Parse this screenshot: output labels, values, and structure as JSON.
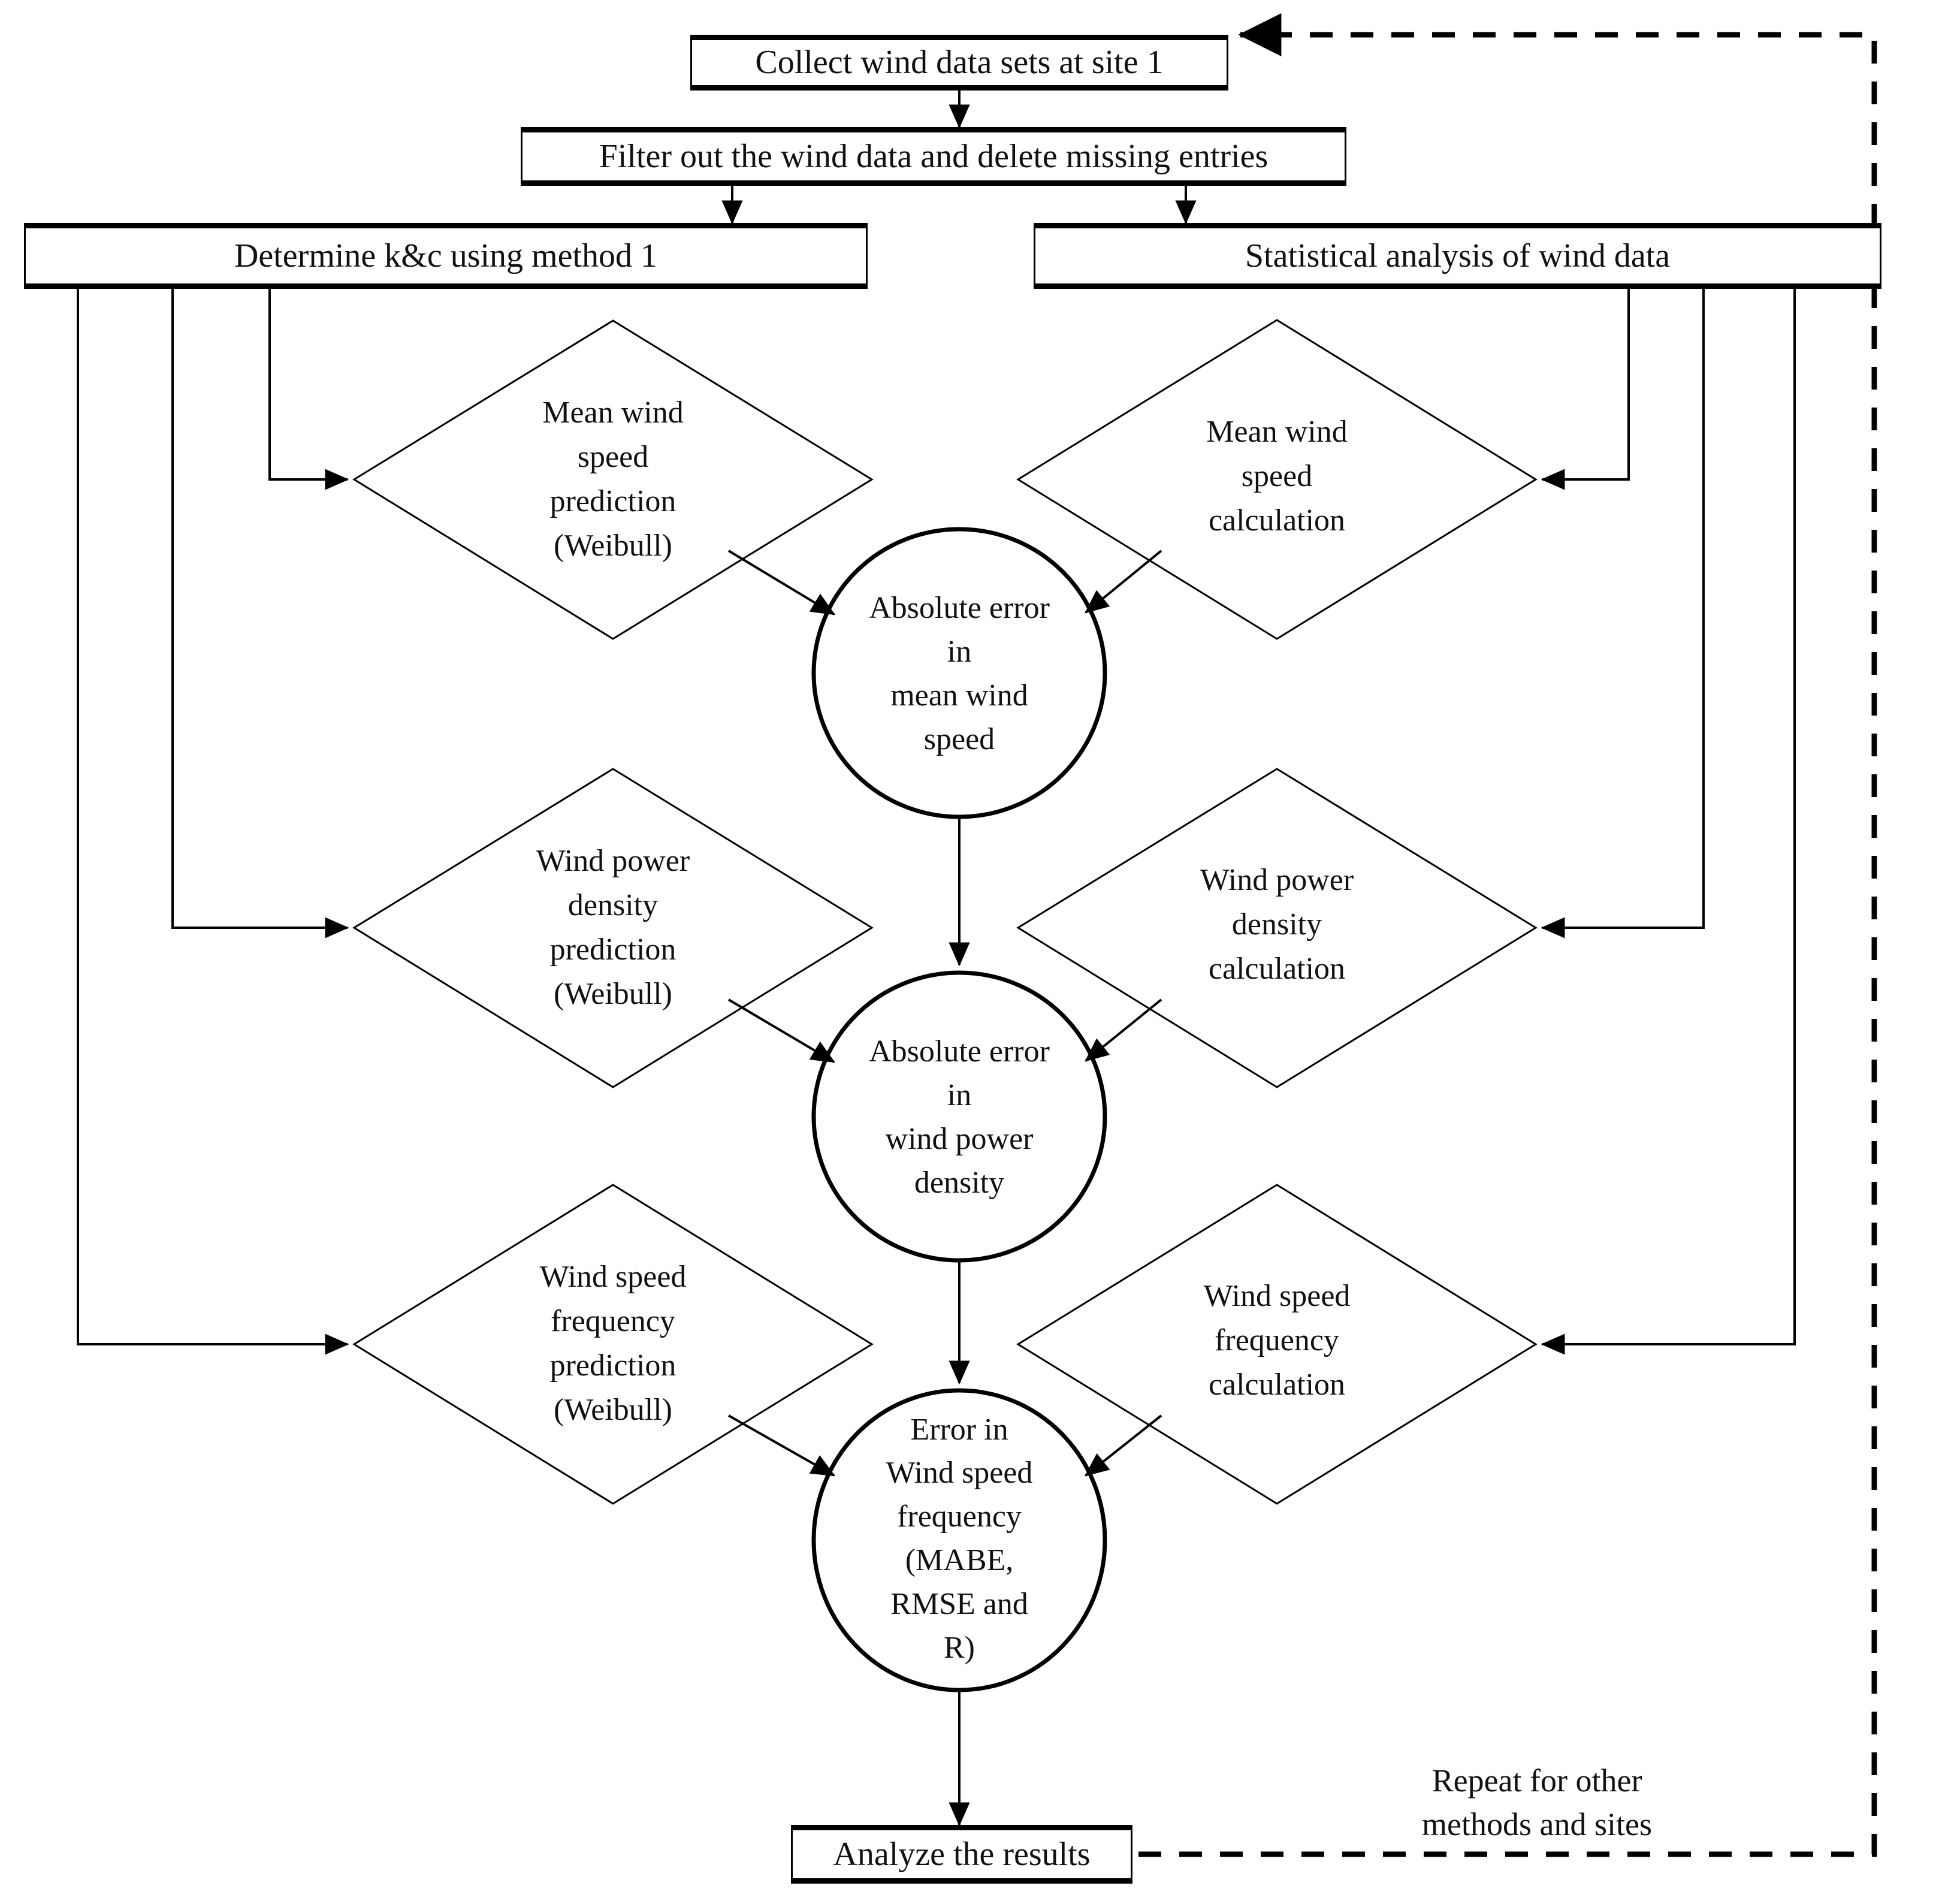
{
  "diagram": {
    "type": "flowchart",
    "title_visible": false,
    "colors": {
      "stroke": "#000000",
      "text": "#111111",
      "background": "#ffffff"
    },
    "nodes": {
      "collect": {
        "shape": "process-box",
        "label": "Collect wind data sets at site 1"
      },
      "filter": {
        "shape": "process-box",
        "label": "Filter out the wind data and delete missing entries"
      },
      "determine_kc": {
        "shape": "process-box",
        "label": "Determine k&c using method 1"
      },
      "statistical": {
        "shape": "process-box",
        "label": "Statistical analysis of wind data"
      },
      "mws_prediction": {
        "shape": "diamond",
        "lines": [
          "Mean wind",
          "speed",
          "prediction",
          "(Weibull)"
        ]
      },
      "mws_calculation": {
        "shape": "diamond",
        "lines": [
          "Mean wind",
          "speed",
          "calculation"
        ]
      },
      "wpd_prediction": {
        "shape": "diamond",
        "lines": [
          "Wind power",
          "density",
          "prediction",
          "(Weibull)"
        ]
      },
      "wpd_calculation": {
        "shape": "diamond",
        "lines": [
          "Wind power",
          "density",
          "calculation"
        ]
      },
      "wsf_prediction": {
        "shape": "diamond",
        "lines": [
          "Wind speed",
          "frequency",
          "prediction",
          "(Weibull)"
        ]
      },
      "wsf_calculation": {
        "shape": "diamond",
        "lines": [
          "Wind speed",
          "frequency",
          "calculation"
        ]
      },
      "err_mws": {
        "shape": "circle",
        "lines": [
          "Absolute error",
          "in",
          "mean wind",
          "speed"
        ]
      },
      "err_wpd": {
        "shape": "circle",
        "lines": [
          "Absolute error",
          "in",
          "wind power",
          "density"
        ]
      },
      "err_wsf": {
        "shape": "circle",
        "lines": [
          "Error in",
          "Wind speed",
          "frequency",
          "(MABE,",
          "RMSE and",
          "R)"
        ]
      },
      "analyze": {
        "shape": "process-box",
        "label": "Analyze the results"
      }
    },
    "annotations": {
      "feedback_note": {
        "lines": [
          "Repeat for other",
          "methods and sites"
        ]
      }
    },
    "edges": [
      {
        "from": "collect",
        "to": "filter",
        "style": "solid",
        "arrow": true
      },
      {
        "from": "filter",
        "to": "determine_kc",
        "style": "solid",
        "arrow": true
      },
      {
        "from": "filter",
        "to": "statistical",
        "style": "solid",
        "arrow": true
      },
      {
        "from": "determine_kc",
        "to": "mws_prediction",
        "style": "solid",
        "arrow": true
      },
      {
        "from": "determine_kc",
        "to": "wpd_prediction",
        "style": "solid",
        "arrow": true
      },
      {
        "from": "determine_kc",
        "to": "wsf_prediction",
        "style": "solid",
        "arrow": true
      },
      {
        "from": "statistical",
        "to": "mws_calculation",
        "style": "solid",
        "arrow": true
      },
      {
        "from": "statistical",
        "to": "wpd_calculation",
        "style": "solid",
        "arrow": true
      },
      {
        "from": "statistical",
        "to": "wsf_calculation",
        "style": "solid",
        "arrow": true
      },
      {
        "from": "mws_prediction",
        "to": "err_mws",
        "style": "solid",
        "arrow": true
      },
      {
        "from": "mws_calculation",
        "to": "err_mws",
        "style": "solid",
        "arrow": true
      },
      {
        "from": "wpd_prediction",
        "to": "err_wpd",
        "style": "solid",
        "arrow": true
      },
      {
        "from": "wpd_calculation",
        "to": "err_wpd",
        "style": "solid",
        "arrow": true
      },
      {
        "from": "wsf_prediction",
        "to": "err_wsf",
        "style": "solid",
        "arrow": true
      },
      {
        "from": "wsf_calculation",
        "to": "err_wsf",
        "style": "solid",
        "arrow": true
      },
      {
        "from": "err_mws",
        "to": "err_wpd",
        "style": "solid",
        "arrow": true
      },
      {
        "from": "err_wpd",
        "to": "err_wsf",
        "style": "solid",
        "arrow": true
      },
      {
        "from": "err_wsf",
        "to": "analyze",
        "style": "solid",
        "arrow": true
      },
      {
        "from": "analyze",
        "to": "collect",
        "style": "dashed",
        "arrow": true
      }
    ]
  }
}
